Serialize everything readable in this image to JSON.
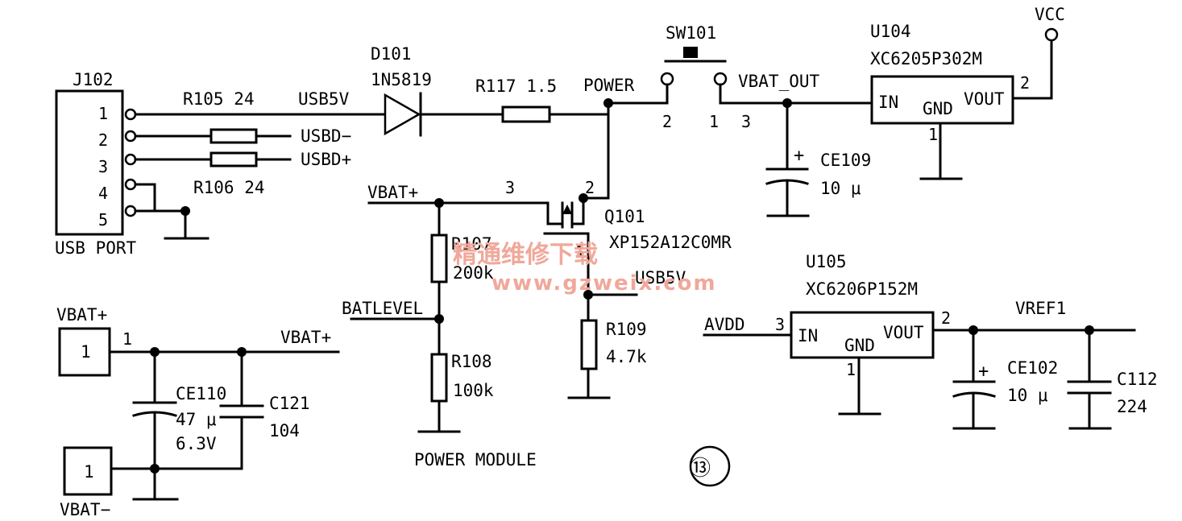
{
  "labels": {
    "j102": "J102",
    "usb_port": "USB PORT",
    "r105": "R105 24",
    "usb5v_top": "USB5V",
    "usbd_minus": "USBD−",
    "usbd_plus": "USBD+",
    "r106": "R106 24",
    "d101": "D101",
    "d101_part": "1N5819",
    "r117": "R117 1.5",
    "power": "POWER",
    "sw101": "SW101",
    "vbat_out": "VBAT_OUT",
    "u104": "U104",
    "u104_part": "XC6205P302M",
    "vcc": "VCC",
    "ce109": "CE109",
    "ce109_val": "10 μ",
    "vbat_plus_mid": "VBAT+",
    "q101": "Q101",
    "q101_part": "XP152A12C0MR",
    "r107": "R107",
    "r107_val": "200k",
    "usb5v_mid": "USB5V",
    "batlevel": "BATLEVEL",
    "r109": "R109",
    "r109_val": "4.7k",
    "r108": "R108",
    "r108_val": "100k",
    "power_module": "POWER MODULE",
    "vbat_plus_left": "VBAT+",
    "vbat_plus_line": "VBAT+",
    "vbat_minus": "VBAT−",
    "ce110": "CE110",
    "ce110_val1": "47 μ",
    "ce110_val2": "6.3V",
    "c121": "C121",
    "c121_val": "104",
    "u105": "U105",
    "u105_part": "XC6206P152M",
    "avdd": "AVDD",
    "vref1": "VREF1",
    "ce102": "CE102",
    "ce102_val": "10 μ",
    "c112": "C112",
    "c112_val": "224",
    "figure_number": "⑬",
    "watermark_cn": "精通维修下载",
    "watermark_url": "www.gzweix.com"
  },
  "pins": {
    "j102": [
      "1",
      "2",
      "3",
      "4",
      "5"
    ],
    "sw101_left": "2",
    "sw101_right": "1",
    "sw101_out": "3",
    "q101_source": "3",
    "q101_drain": "2",
    "q101_gate": "1",
    "bat_plus_pad": "1",
    "bat_plus_pin": "1",
    "bat_minus_pad": "1",
    "u104_in": "IN",
    "u104_gnd": "GND",
    "u104_vout": "VOUT",
    "u104_out_pin": "2",
    "u104_gnd_pin": "1",
    "u105_in": "IN",
    "u105_gnd": "GND",
    "u105_vout": "VOUT",
    "u105_in_pin": "3",
    "u105_out_pin": "2",
    "u105_gnd_pin": "1",
    "ce109_pol": "+",
    "ce102_pol": "+"
  },
  "colors": {
    "ink": "#000000",
    "watermark": "#f0a89a",
    "background": "#ffffff"
  }
}
